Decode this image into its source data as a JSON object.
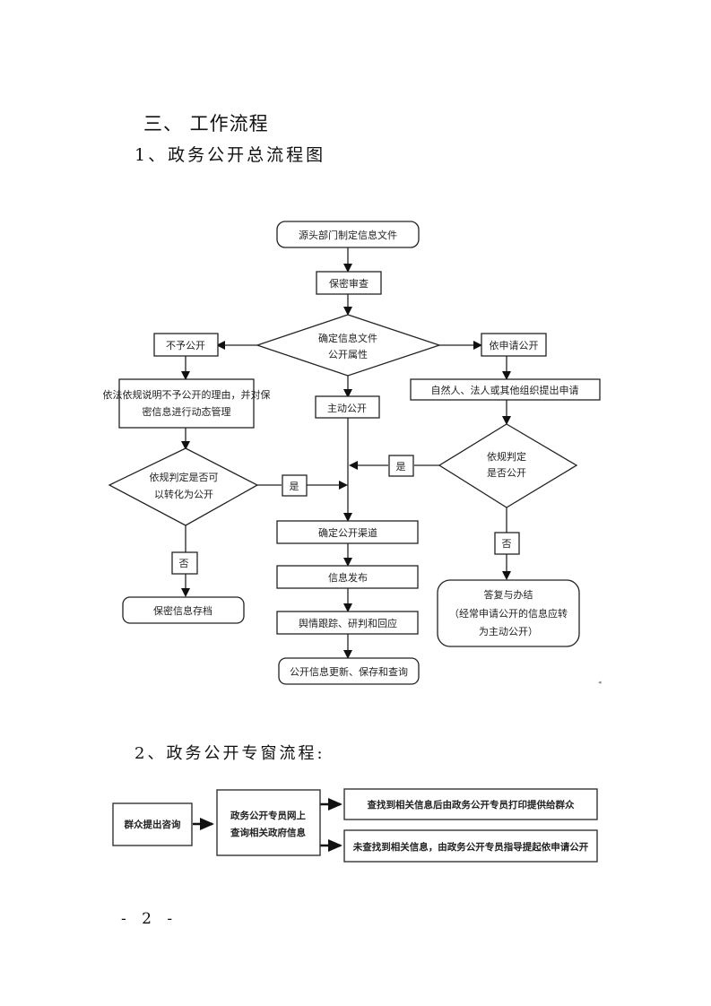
{
  "section_title": "三、  工作流程",
  "subsection_1_title": "1、政务公开总流程图",
  "subsection_2_title": "2、政务公开专窗流程:",
  "page_number": "- 2 -",
  "flowchart_1": {
    "start": "源头部门制定信息文件",
    "review": "保密审查",
    "decision_attribute": [
      "确定信息文件",
      "公开属性"
    ],
    "not_public": "不予公开",
    "not_public_detail": [
      "依法依规说明不予公开的理由，并对保",
      "密信息进行动态管理"
    ],
    "decision_convert": [
      "依规判定是否可",
      "以转化为公开"
    ],
    "yes_label": "是",
    "no_label": "否",
    "archive": "保密信息存档",
    "proactive": "主动公开",
    "on_request": "依申请公开",
    "request_submit": "自然人、法人或其他组织提出申请",
    "decision_request": [
      "依规判定",
      "是否公开"
    ],
    "reply": [
      "答复与办结",
      "（经常申请公开的信息应转",
      "为主动公开）"
    ],
    "channel": "确定公开渠道",
    "publish": "信息发布",
    "monitor": "舆情跟踪、研判和回应",
    "end": "公开信息更新、保存和查询"
  },
  "flowchart_2": {
    "step1": "群众提出咨询",
    "step2": [
      "政务公开专员网上",
      "查询相关政府信息"
    ],
    "outcome_found": "查找到相关信息后由政务公开专员打印提供给群众",
    "outcome_not_found": "未查找到相关信息，由政务公开专员指导提起依申请公开"
  }
}
